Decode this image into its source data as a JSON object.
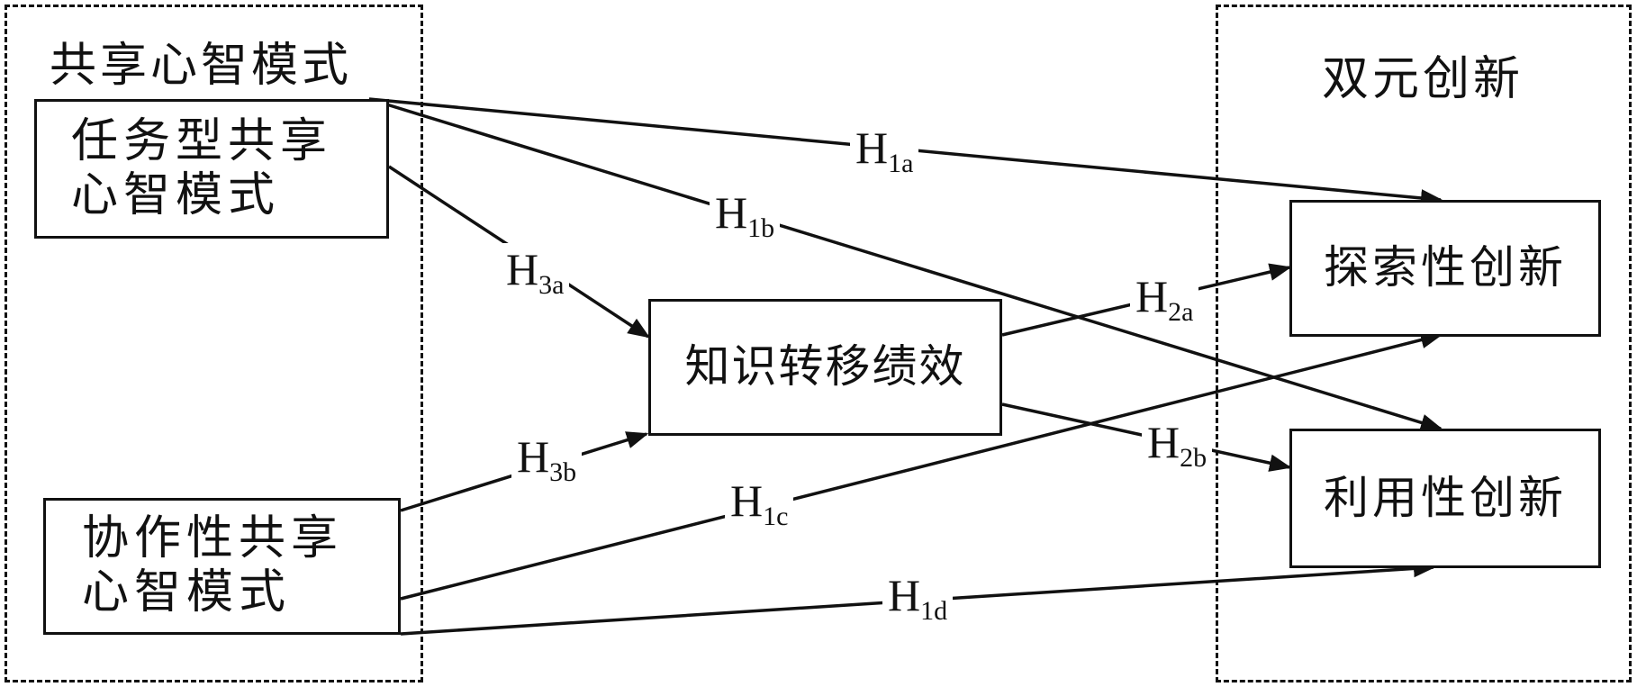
{
  "groups": {
    "left_title": "共享心智模式",
    "right_title": "双元创新"
  },
  "nodes": {
    "task_smm": "任务型共享\n心智模式",
    "collab_smm": "协作性共享\n心智模式",
    "kt_perf": "知识转移绩效",
    "explore": "探索性创新",
    "exploit": "利用性创新"
  },
  "hypotheses": {
    "h1a": {
      "main": "H",
      "sub": "1a"
    },
    "h1b": {
      "main": "H",
      "sub": "1b"
    },
    "h1c": {
      "main": "H",
      "sub": "1c"
    },
    "h1d": {
      "main": "H",
      "sub": "1d"
    },
    "h2a": {
      "main": "H",
      "sub": "2a"
    },
    "h2b": {
      "main": "H",
      "sub": "2b"
    },
    "h3a": {
      "main": "H",
      "sub": "3a"
    },
    "h3b": {
      "main": "H",
      "sub": "3b"
    }
  }
}
